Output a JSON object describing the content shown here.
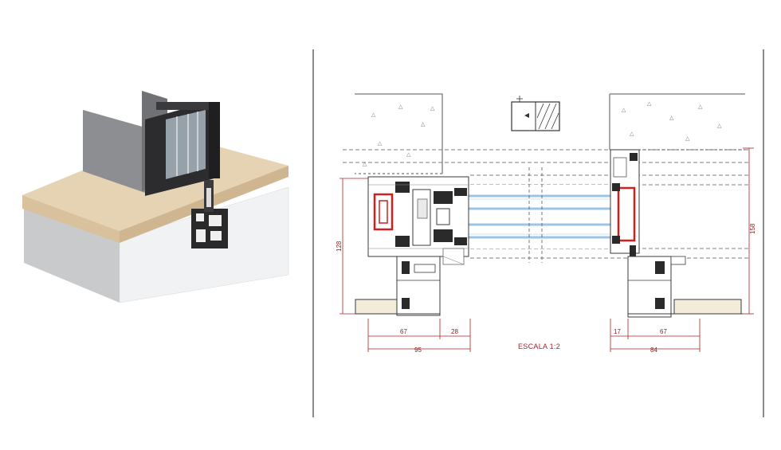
{
  "drawing": {
    "scale_label": "ESCALA 1:2",
    "dimensions": {
      "left_frame": "67",
      "left_gap": "28",
      "left_total": "95",
      "left_height": "128",
      "right_gap": "17",
      "right_frame": "67",
      "right_total": "84",
      "right_height": "158"
    }
  },
  "colors": {
    "dimension": "#b02020",
    "profile_dark": "#2a2a2a",
    "gasket_red": "#d11f1f",
    "glass_blue": "#9cc4e4",
    "wood": "#e6d3b3",
    "wall_grey": "#7d7f82"
  }
}
